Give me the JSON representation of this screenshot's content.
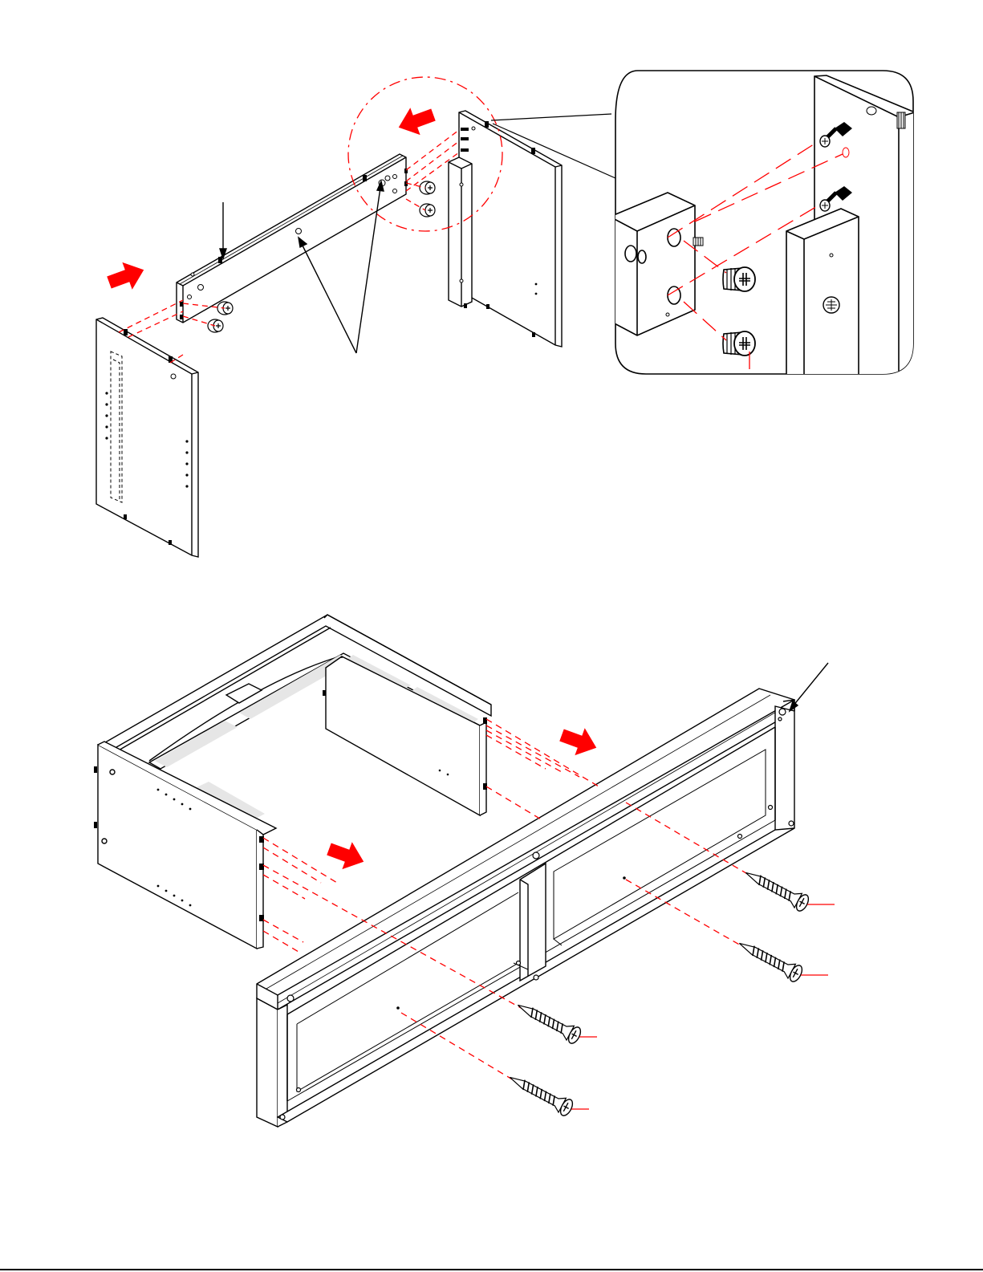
{
  "page": {
    "kind": "assembly-instruction-sheet",
    "background": "#ffffff",
    "line_color": "#000000",
    "dash_color": "#ff0000",
    "arrow_color": "#ff0000",
    "text_labels": []
  },
  "step_top": {
    "parts": [
      "side-panel-left",
      "top-rail",
      "side-panel-right",
      "cam-lock-nut",
      "cam-bolt"
    ],
    "arrows": 2,
    "detail_zoom": true
  },
  "step_bottom": {
    "parts": [
      "top-frame",
      "side-panel-left",
      "side-panel-right",
      "front-frame",
      "wood-screw"
    ],
    "arrows": 2,
    "screws": 4
  }
}
